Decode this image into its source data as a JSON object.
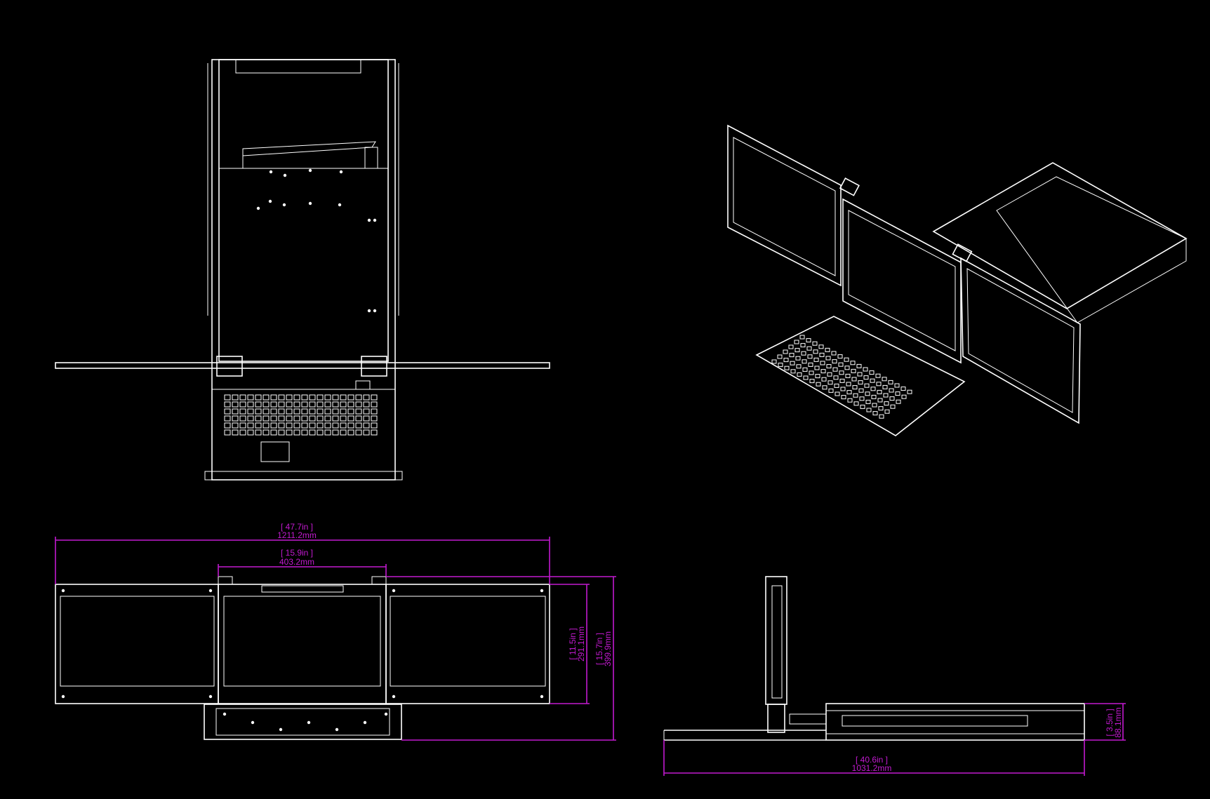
{
  "drawing": {
    "colors": {
      "lines": "#ffffff",
      "dimensions": "#c21ad0",
      "background": "#000000"
    },
    "dimensions": {
      "overall_width": {
        "imperial": "[ 47.7in ]",
        "metric": "1211.2mm"
      },
      "center_width": {
        "imperial": "[ 15.9in ]",
        "metric": "403.2mm"
      },
      "screen_height": {
        "imperial": "[ 11.5in ]",
        "metric": "291.1mm"
      },
      "overall_height": {
        "imperial": "[ 15.7in ]",
        "metric": "399.9mm"
      },
      "depth": {
        "imperial": "[ 40.6in ]",
        "metric": "1031.2mm"
      },
      "rack_height": {
        "imperial": "[ 3.5in ]",
        "metric": "88.1mm"
      }
    }
  }
}
